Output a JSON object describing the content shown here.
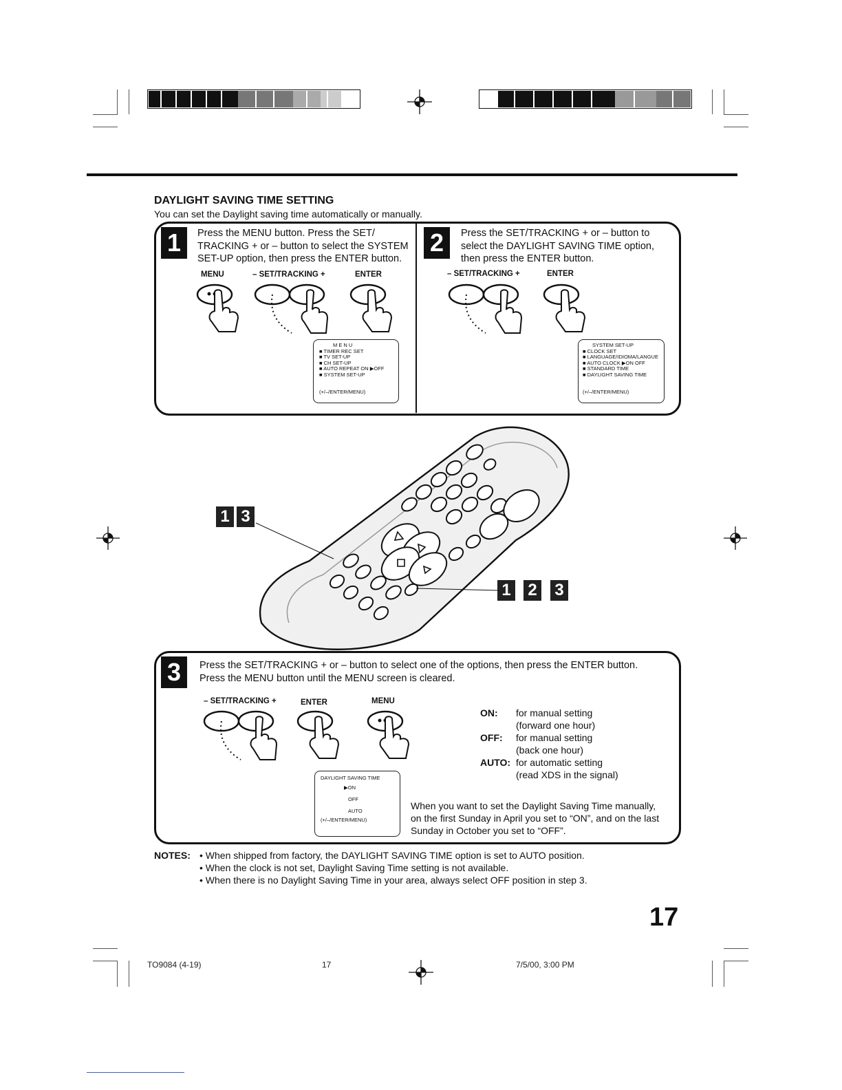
{
  "heading": {
    "title": "DAYLIGHT SAVING TIME SETTING",
    "subtitle": "You can set the Daylight saving time automatically or manually."
  },
  "step1": {
    "number": "1",
    "lines": [
      "Press the MENU button. Press the SET/",
      "TRACKING + or – button to select the SYSTEM",
      "SET-UP option, then press the ENTER button."
    ],
    "labels": {
      "menu": "MENU",
      "set_tracking": "– SET/TRACKING +",
      "enter": "ENTER"
    },
    "osd": [
      "M E N U",
      "■ TIMER REC SET",
      "■ TV SET-UP",
      "■ CH SET-UP",
      "■ AUTO REPEAT  ON ▶OFF",
      "■ SYSTEM  SET-UP",
      "(+/–/ENTER/MENU)"
    ]
  },
  "step2": {
    "number": "2",
    "lines": [
      "Press the SET/TRACKING + or – button to",
      "select the DAYLIGHT SAVING TIME option,",
      "then press the ENTER button."
    ],
    "labels": {
      "set_tracking": "– SET/TRACKING +",
      "enter": "ENTER"
    },
    "osd": [
      "SYSTEM SET-UP",
      "■ CLOCK SET",
      "■ LANGUAGE/IDIOMA/LANGUE",
      "■ AUTO CLOCK  ▶ON  OFF",
      "■ STANDARD  TIME",
      "■ DAYLIGHT  SAVING  TIME",
      "(+/–/ENTER/MENU)"
    ]
  },
  "callouts": {
    "left": [
      "1",
      "3"
    ],
    "right": [
      "1",
      "2",
      "3"
    ]
  },
  "step3": {
    "number": "3",
    "lines": [
      "Press the SET/TRACKING + or – button to select one of the options, then press the ENTER button.",
      "Press the MENU button until the MENU screen is cleared."
    ],
    "labels": {
      "set_tracking": "– SET/TRACKING +",
      "enter": "ENTER",
      "menu": "MENU"
    },
    "osd": [
      "DAYLIGHT  SAVING  TIME",
      "▶ON",
      "OFF",
      "AUTO",
      "(+/–/ENTER/MENU)"
    ],
    "options": [
      {
        "key": "ON:",
        "line1": "for manual setting",
        "line2": "(forward one hour)"
      },
      {
        "key": "OFF:",
        "line1": "for manual setting",
        "line2": "(back one hour)"
      },
      {
        "key": "AUTO:",
        "line1": "for automatic setting",
        "line2": "(read XDS in the signal)"
      }
    ],
    "manual_note": [
      "When you want to set the Daylight Saving Time manually,",
      "on the first Sunday in April you set to “ON”, and on the last",
      "Sunday in October you set to “OFF”."
    ]
  },
  "notes": {
    "label": "NOTES:",
    "items": [
      "• When shipped from factory, the DAYLIGHT SAVING TIME option is set to AUTO position.",
      "• When the clock is not set, Daylight Saving Time setting is not available.",
      "• When there is no Daylight Saving Time in your area, always select OFF position in step 3."
    ]
  },
  "page_number": "17",
  "footer": {
    "code": "TO9084 (4-19)",
    "page": "17",
    "date": "7/5/00, 3:00 PM"
  }
}
